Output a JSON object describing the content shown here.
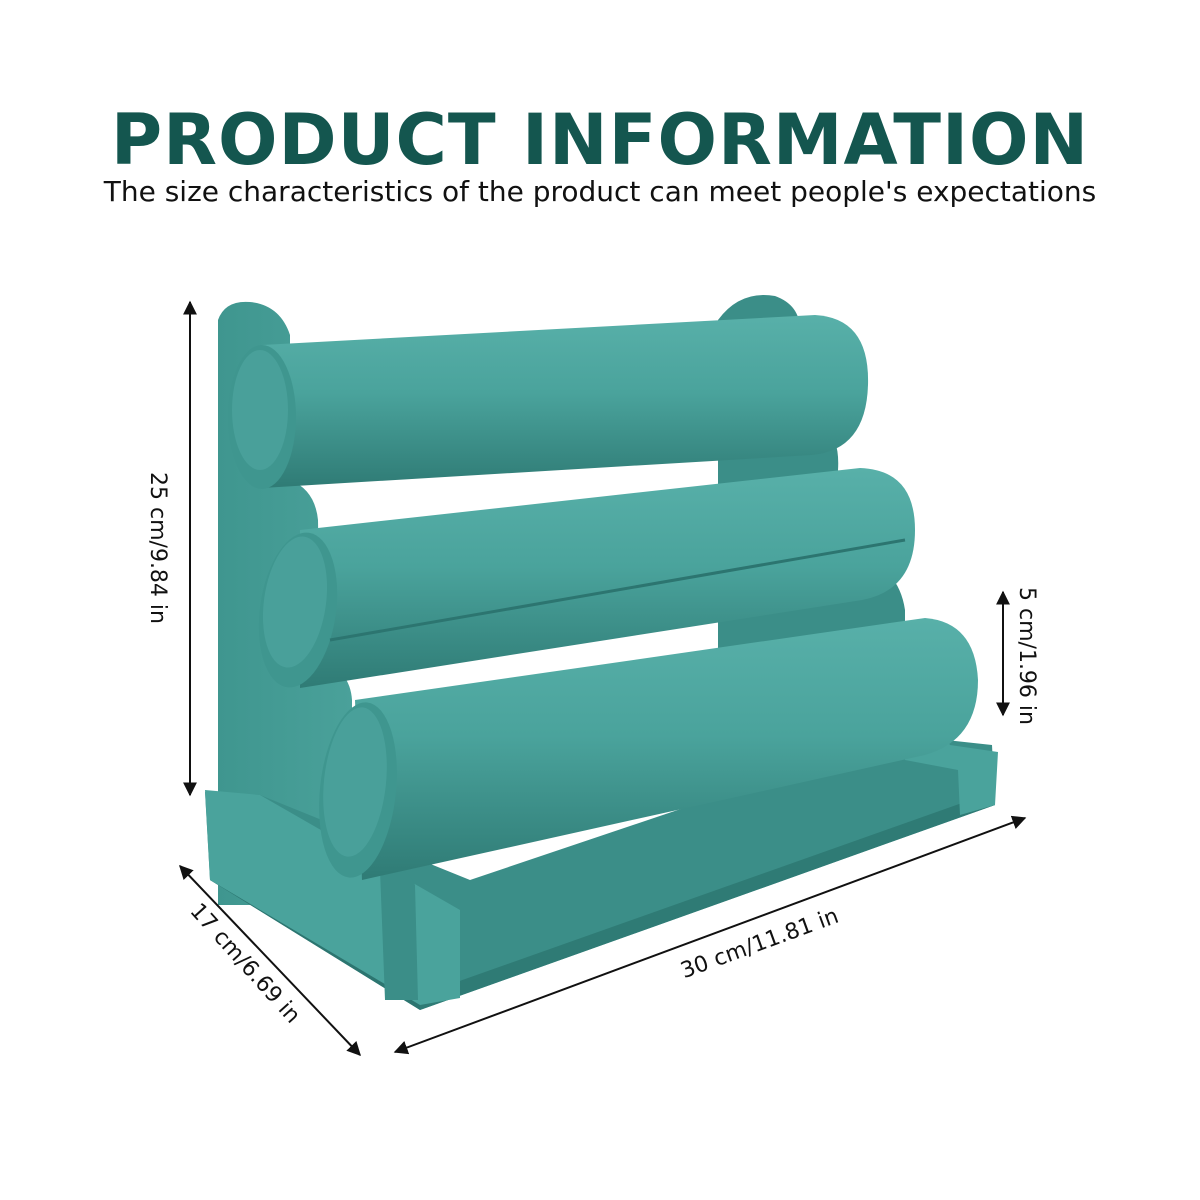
{
  "header": {
    "title": "PRODUCT INFORMATION",
    "subtitle": "The size characteristics of the product can meet people's expectations"
  },
  "dimensions": {
    "height": "25 cm/9.84 in",
    "bar_diameter": "5 cm/1.96 in",
    "depth": "17 cm/6.69 in",
    "width": "30 cm/11.81 in"
  },
  "colors": {
    "title": "#14564f",
    "velvet_light": "#4aa39c",
    "velvet_mid": "#3b8e88",
    "velvet_dark": "#2c7570",
    "arrow": "#111111"
  }
}
